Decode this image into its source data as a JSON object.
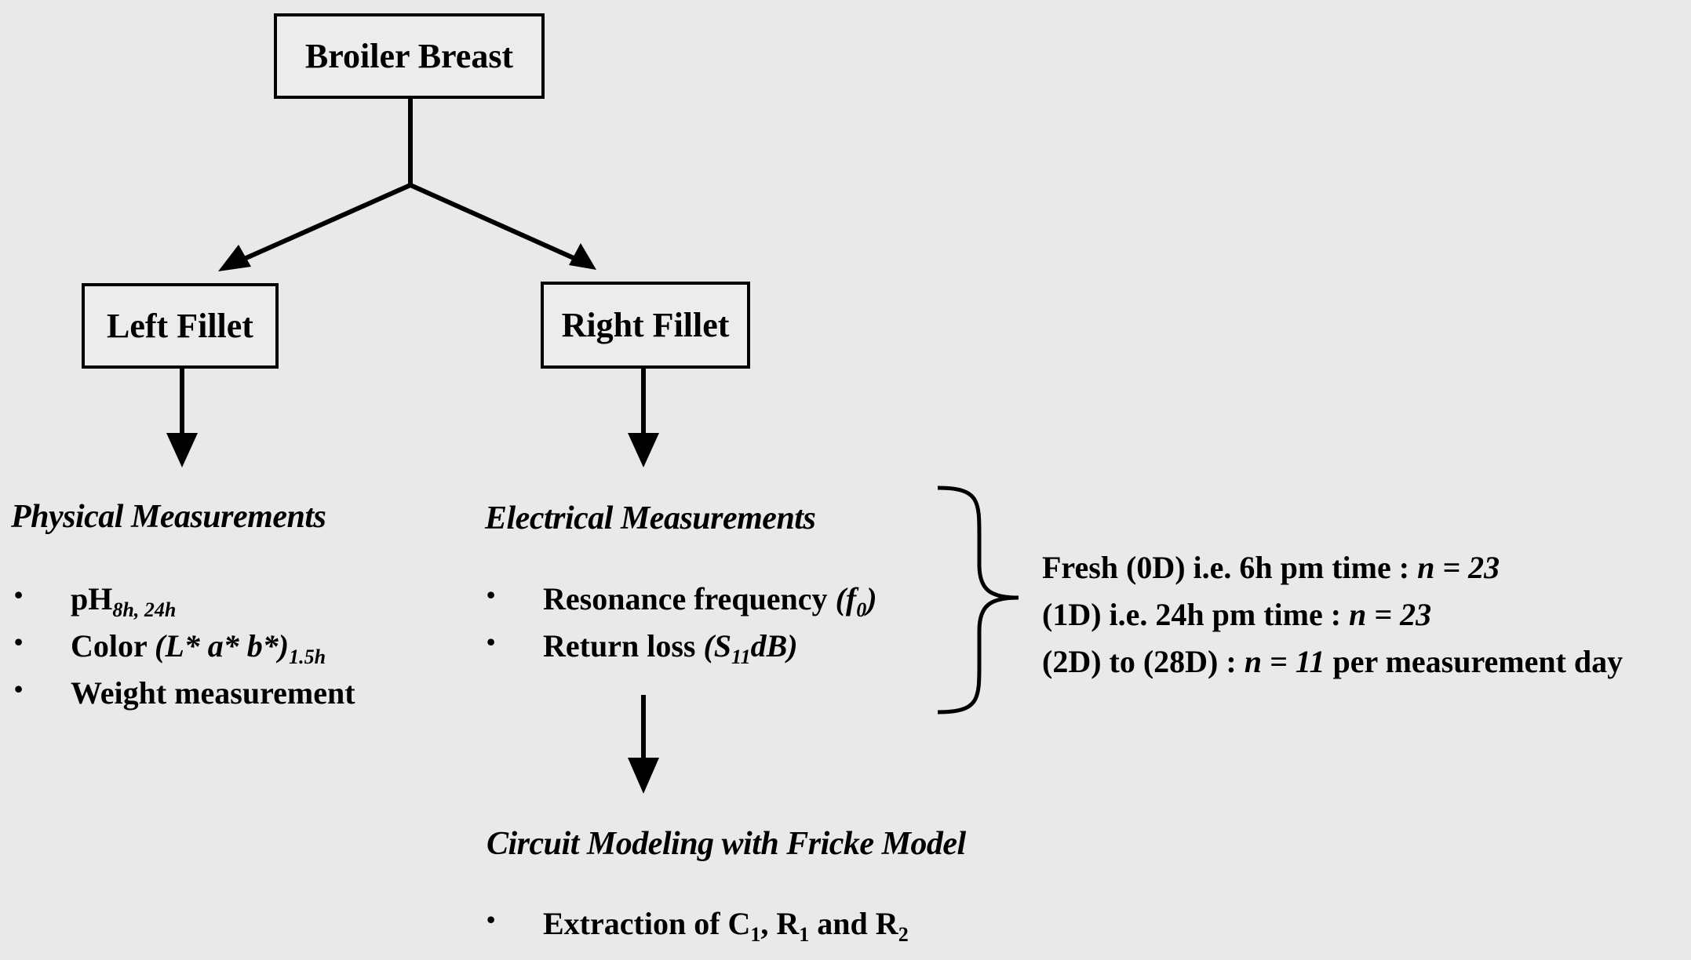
{
  "boxes": {
    "root": "Broiler Breast",
    "left": "Left Fillet",
    "right": "Right Fillet"
  },
  "physical": {
    "heading": "Physical Measurements",
    "ph_main": "pH",
    "ph_sub": "8h, 24h",
    "color_main": "Color ",
    "color_vars": "(L* a* b*)",
    "color_sub": "1.5h",
    "weight": "Weight measurement"
  },
  "electrical": {
    "heading": "Electrical Measurements",
    "resonance_main": "Resonance frequency ",
    "resonance_open": "(f",
    "resonance_sub": "0",
    "resonance_close": ")",
    "return_main": "Return loss ",
    "return_open": "(S",
    "return_sub": "11",
    "return_close": "dB)"
  },
  "conditions": {
    "fresh_pre": "Fresh  (0D) i.e. 6h pm time : ",
    "fresh_n": "n = 23",
    "day1_pre": "(1D) i.e. 24h pm time : ",
    "day1_n": "n = 23",
    "day2_pre": "(2D) to (28D) : ",
    "day2_n": "n = 11",
    "day2_post": " per measurement day"
  },
  "circuit": {
    "heading": "Circuit Modeling with Fricke Model",
    "extract_pre": "Extraction  of C",
    "extract_c_sub": "1",
    "extract_mid": ", R",
    "extract_r1_sub": "1",
    "extract_and": " and R",
    "extract_r2_sub": "2"
  },
  "bullet": "•"
}
